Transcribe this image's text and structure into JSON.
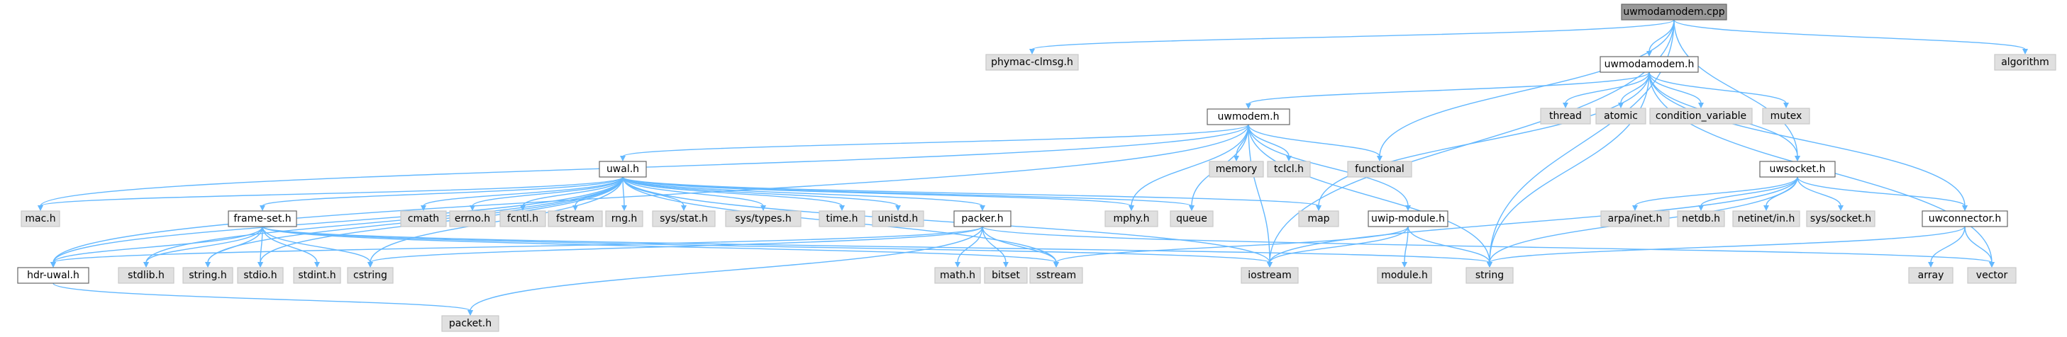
{
  "graph": {
    "root": "uwmodamodem.cpp",
    "colors": {
      "edge": "#63b8ff",
      "node_fill": "#e0e0e0",
      "root_fill": "#999999",
      "link_border": "#666666"
    },
    "nodes": [
      {
        "id": "root",
        "label": "uwmodamodem.cpp",
        "style": "root"
      },
      {
        "id": "phymac",
        "label": "phymac-clmsg.h",
        "style": "gray"
      },
      {
        "id": "uwmodamodem_h",
        "label": "uwmodamodem.h",
        "style": "white"
      },
      {
        "id": "algorithm",
        "label": "algorithm",
        "style": "gray"
      },
      {
        "id": "uwmodem_h",
        "label": "uwmodem.h",
        "style": "white"
      },
      {
        "id": "thread",
        "label": "thread",
        "style": "gray"
      },
      {
        "id": "atomic",
        "label": "atomic",
        "style": "gray"
      },
      {
        "id": "condvar",
        "label": "condition_variable",
        "style": "gray"
      },
      {
        "id": "mutex",
        "label": "mutex",
        "style": "gray"
      },
      {
        "id": "uwal_h",
        "label": "uwal.h",
        "style": "white"
      },
      {
        "id": "memory",
        "label": "memory",
        "style": "gray"
      },
      {
        "id": "tclcl",
        "label": "tclcl.h",
        "style": "gray"
      },
      {
        "id": "functional",
        "label": "functional",
        "style": "gray"
      },
      {
        "id": "uwsocket_h",
        "label": "uwsocket.h",
        "style": "white"
      },
      {
        "id": "mac",
        "label": "mac.h",
        "style": "gray"
      },
      {
        "id": "frameset",
        "label": "frame-set.h",
        "style": "white"
      },
      {
        "id": "cmath",
        "label": "cmath",
        "style": "gray"
      },
      {
        "id": "errno",
        "label": "errno.h",
        "style": "gray"
      },
      {
        "id": "fcntl",
        "label": "fcntl.h",
        "style": "gray"
      },
      {
        "id": "fstream",
        "label": "fstream",
        "style": "gray"
      },
      {
        "id": "rng",
        "label": "rng.h",
        "style": "gray"
      },
      {
        "id": "sysstat",
        "label": "sys/stat.h",
        "style": "gray"
      },
      {
        "id": "systypes",
        "label": "sys/types.h",
        "style": "gray"
      },
      {
        "id": "time",
        "label": "time.h",
        "style": "gray"
      },
      {
        "id": "unistd",
        "label": "unistd.h",
        "style": "gray"
      },
      {
        "id": "packer",
        "label": "packer.h",
        "style": "white"
      },
      {
        "id": "mphy",
        "label": "mphy.h",
        "style": "gray"
      },
      {
        "id": "queue",
        "label": "queue",
        "style": "gray"
      },
      {
        "id": "map",
        "label": "map",
        "style": "gray"
      },
      {
        "id": "uwipmodule",
        "label": "uwip-module.h",
        "style": "white"
      },
      {
        "id": "arpa",
        "label": "arpa/inet.h",
        "style": "gray"
      },
      {
        "id": "netdb",
        "label": "netdb.h",
        "style": "gray"
      },
      {
        "id": "netinet",
        "label": "netinet/in.h",
        "style": "gray"
      },
      {
        "id": "syssocket",
        "label": "sys/socket.h",
        "style": "gray"
      },
      {
        "id": "uwconnector",
        "label": "uwconnector.h",
        "style": "white"
      },
      {
        "id": "hdruwal",
        "label": "hdr-uwal.h",
        "style": "white"
      },
      {
        "id": "stdlib",
        "label": "stdlib.h",
        "style": "gray"
      },
      {
        "id": "string_h",
        "label": "string.h",
        "style": "gray"
      },
      {
        "id": "stdio",
        "label": "stdio.h",
        "style": "gray"
      },
      {
        "id": "stdint",
        "label": "stdint.h",
        "style": "gray"
      },
      {
        "id": "cstring",
        "label": "cstring",
        "style": "gray"
      },
      {
        "id": "mathh",
        "label": "math.h",
        "style": "gray"
      },
      {
        "id": "bitset",
        "label": "bitset",
        "style": "gray"
      },
      {
        "id": "sstream",
        "label": "sstream",
        "style": "gray"
      },
      {
        "id": "iostream",
        "label": "iostream",
        "style": "gray"
      },
      {
        "id": "module",
        "label": "module.h",
        "style": "gray"
      },
      {
        "id": "string",
        "label": "string",
        "style": "gray"
      },
      {
        "id": "array",
        "label": "array",
        "style": "gray"
      },
      {
        "id": "vector",
        "label": "vector",
        "style": "gray"
      },
      {
        "id": "packet",
        "label": "packet.h",
        "style": "gray"
      }
    ],
    "edges": [
      [
        "root",
        "phymac"
      ],
      [
        "root",
        "uwmodamodem_h"
      ],
      [
        "root",
        "algorithm"
      ],
      [
        "root",
        "functional"
      ],
      [
        "root",
        "uwsocket_h"
      ],
      [
        "root",
        "iostream"
      ],
      [
        "root",
        "string"
      ],
      [
        "uwmodamodem_h",
        "uwmodem_h"
      ],
      [
        "uwmodamodem_h",
        "thread"
      ],
      [
        "uwmodamodem_h",
        "atomic"
      ],
      [
        "uwmodamodem_h",
        "condvar"
      ],
      [
        "uwmodamodem_h",
        "mutex"
      ],
      [
        "uwmodamodem_h",
        "uwsocket_h"
      ],
      [
        "uwmodamodem_h",
        "uwconnector"
      ],
      [
        "uwmodamodem_h",
        "map"
      ],
      [
        "uwmodamodem_h",
        "string"
      ],
      [
        "uwmodamodem_h",
        "vector"
      ],
      [
        "uwmodem_h",
        "uwal_h"
      ],
      [
        "uwmodem_h",
        "memory"
      ],
      [
        "uwmodem_h",
        "tclcl"
      ],
      [
        "uwmodem_h",
        "functional"
      ],
      [
        "uwmodem_h",
        "mphy"
      ],
      [
        "uwmodem_h",
        "queue"
      ],
      [
        "uwmodem_h",
        "uwipmodule"
      ],
      [
        "uwmodem_h",
        "iostream"
      ],
      [
        "uwmodem_h",
        "string"
      ],
      [
        "uwmodem_h",
        "hdruwal"
      ],
      [
        "uwmodem_h",
        "mac"
      ],
      [
        "uwal_h",
        "mac"
      ],
      [
        "uwal_h",
        "frameset"
      ],
      [
        "uwal_h",
        "cmath"
      ],
      [
        "uwal_h",
        "errno"
      ],
      [
        "uwal_h",
        "fcntl"
      ],
      [
        "uwal_h",
        "fstream"
      ],
      [
        "uwal_h",
        "rng"
      ],
      [
        "uwal_h",
        "sysstat"
      ],
      [
        "uwal_h",
        "systypes"
      ],
      [
        "uwal_h",
        "time"
      ],
      [
        "uwal_h",
        "unistd"
      ],
      [
        "uwal_h",
        "packer"
      ],
      [
        "uwal_h",
        "mphy"
      ],
      [
        "uwal_h",
        "queue"
      ],
      [
        "uwal_h",
        "map"
      ],
      [
        "uwal_h",
        "hdruwal"
      ],
      [
        "uwal_h",
        "stdlib"
      ],
      [
        "uwal_h",
        "string_h"
      ],
      [
        "uwal_h",
        "stdio"
      ],
      [
        "uwal_h",
        "cstring"
      ],
      [
        "uwal_h",
        "sstream"
      ],
      [
        "uwal_h",
        "iostream"
      ],
      [
        "frameset",
        "hdruwal"
      ],
      [
        "frameset",
        "stdlib"
      ],
      [
        "frameset",
        "string_h"
      ],
      [
        "frameset",
        "stdio"
      ],
      [
        "frameset",
        "stdint"
      ],
      [
        "frameset",
        "cstring"
      ],
      [
        "frameset",
        "sstream"
      ],
      [
        "frameset",
        "string"
      ],
      [
        "frameset",
        "iostream"
      ],
      [
        "packer",
        "hdruwal"
      ],
      [
        "packer",
        "cstring"
      ],
      [
        "packer",
        "mathh"
      ],
      [
        "packer",
        "bitset"
      ],
      [
        "packer",
        "sstream"
      ],
      [
        "packer",
        "vector"
      ],
      [
        "packer",
        "packet"
      ],
      [
        "hdruwal",
        "packet"
      ],
      [
        "uwipmodule",
        "module"
      ],
      [
        "uwipmodule",
        "iostream"
      ],
      [
        "uwipmodule",
        "sstream"
      ],
      [
        "uwipmodule",
        "string"
      ],
      [
        "uwsocket_h",
        "arpa"
      ],
      [
        "uwsocket_h",
        "netdb"
      ],
      [
        "uwsocket_h",
        "netinet"
      ],
      [
        "uwsocket_h",
        "syssocket"
      ],
      [
        "uwsocket_h",
        "uwconnector"
      ],
      [
        "uwsocket_h",
        "iostream"
      ],
      [
        "uwsocket_h",
        "string"
      ],
      [
        "uwconnector",
        "array"
      ],
      [
        "uwconnector",
        "vector"
      ],
      [
        "uwconnector",
        "string"
      ]
    ]
  }
}
